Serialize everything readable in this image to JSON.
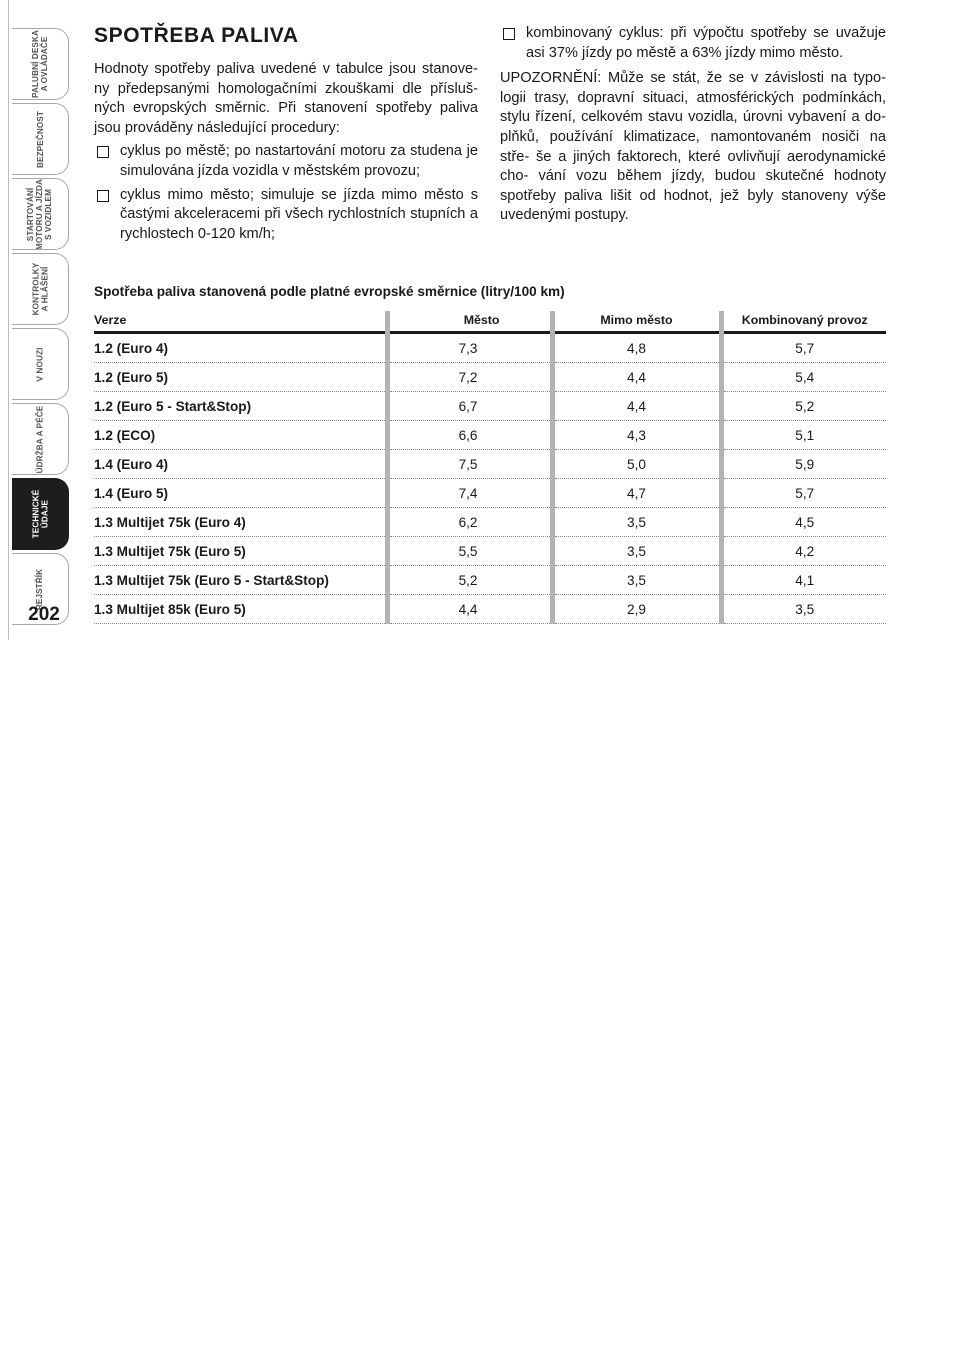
{
  "sidebar": {
    "tabs": [
      {
        "label": "PALUBNÍ DESKA\nA OVLÁDAČE",
        "active": false
      },
      {
        "label": "BEZPEČNOST",
        "active": false
      },
      {
        "label": "STARTOVÁNÍ\nMOTORU A JÍZDA\nS VOZIDLEM",
        "active": false
      },
      {
        "label": "KONTROLKY\nA HLÁŠENÍ",
        "active": false
      },
      {
        "label": "V NOUZI",
        "active": false
      },
      {
        "label": "ÚDRŽBA A PÉČE",
        "active": false
      },
      {
        "label": "TECHNICKÉ\nÚDAJE",
        "active": true
      },
      {
        "label": "REJSTŘÍK",
        "active": false
      }
    ],
    "page_number": "202"
  },
  "left_column": {
    "title": "SPOTŘEBA PALIVA",
    "intro": "Hodnoty spotřeby paliva uvedené v tabulce jsou stanove- ny předepsanými homologačními zkouškami dle přísluš- ných evropských směrnic. Při stanovení spotřeby paliva jsou prováděny následující procedury:",
    "bullets": [
      "cyklus po městě; po nastartování motoru za studena je simulována jízda vozidla v městském provozu;",
      "cyklus mimo město; simuluje se jízda mimo město s častými akceleracemi při všech rychlostních stupních a rychlostech 0-120 km/h;"
    ]
  },
  "right_column": {
    "bullet": "kombinovaný cyklus: při výpočtu spotřeby se uvažuje asi 37% jízdy po městě a 63% jízdy mimo město.",
    "warning": "UPOZORNĚNÍ: Může se stát, že se v závislosti na typo- logii trasy, dopravní situaci, atmosférických podmínkách, stylu řízení, celkovém stavu vozidla, úrovni vybavení a do- plňků, používání klimatizace, namontovaném nosiči na stře- še a jiných faktorech, které ovlivňují aerodynamické cho- vání vozu během jízdy, budou skutečné hodnoty spotřeby paliva lišit od hodnot, jež byly stanoveny výše uvedenými postupy."
  },
  "table": {
    "title": "Spotřeba paliva stanovená podle platné evropské směrnice (litry/100 km)",
    "headers": [
      "Verze",
      "Město",
      "Mimo město",
      "Kombinovaný provoz"
    ],
    "rows": [
      [
        "1.2 (Euro 4)",
        "7,3",
        "4,8",
        "5,7"
      ],
      [
        "1.2 (Euro 5)",
        "7,2",
        "4,4",
        "5,4"
      ],
      [
        "1.2 (Euro 5 - Start&Stop)",
        "6,7",
        "4,4",
        "5,2"
      ],
      [
        "1.2 (ECO)",
        "6,6",
        "4,3",
        "5,1"
      ],
      [
        "1.4 (Euro 4)",
        "7,5",
        "5,0",
        "5,9"
      ],
      [
        "1.4 (Euro 5)",
        "7,4",
        "4,7",
        "5,7"
      ],
      [
        "1.3 Multijet 75k (Euro 4)",
        "6,2",
        "3,5",
        "4,5"
      ],
      [
        "1.3 Multijet 75k (Euro 5)",
        "5,5",
        "3,5",
        "4,2"
      ],
      [
        "1.3 Multijet 75k (Euro 5 - Start&Stop)",
        "5,2",
        "3,5",
        "4,1"
      ],
      [
        "1.3 Multijet 85k (Euro 5)",
        "4,4",
        "2,9",
        "3,5"
      ]
    ]
  }
}
